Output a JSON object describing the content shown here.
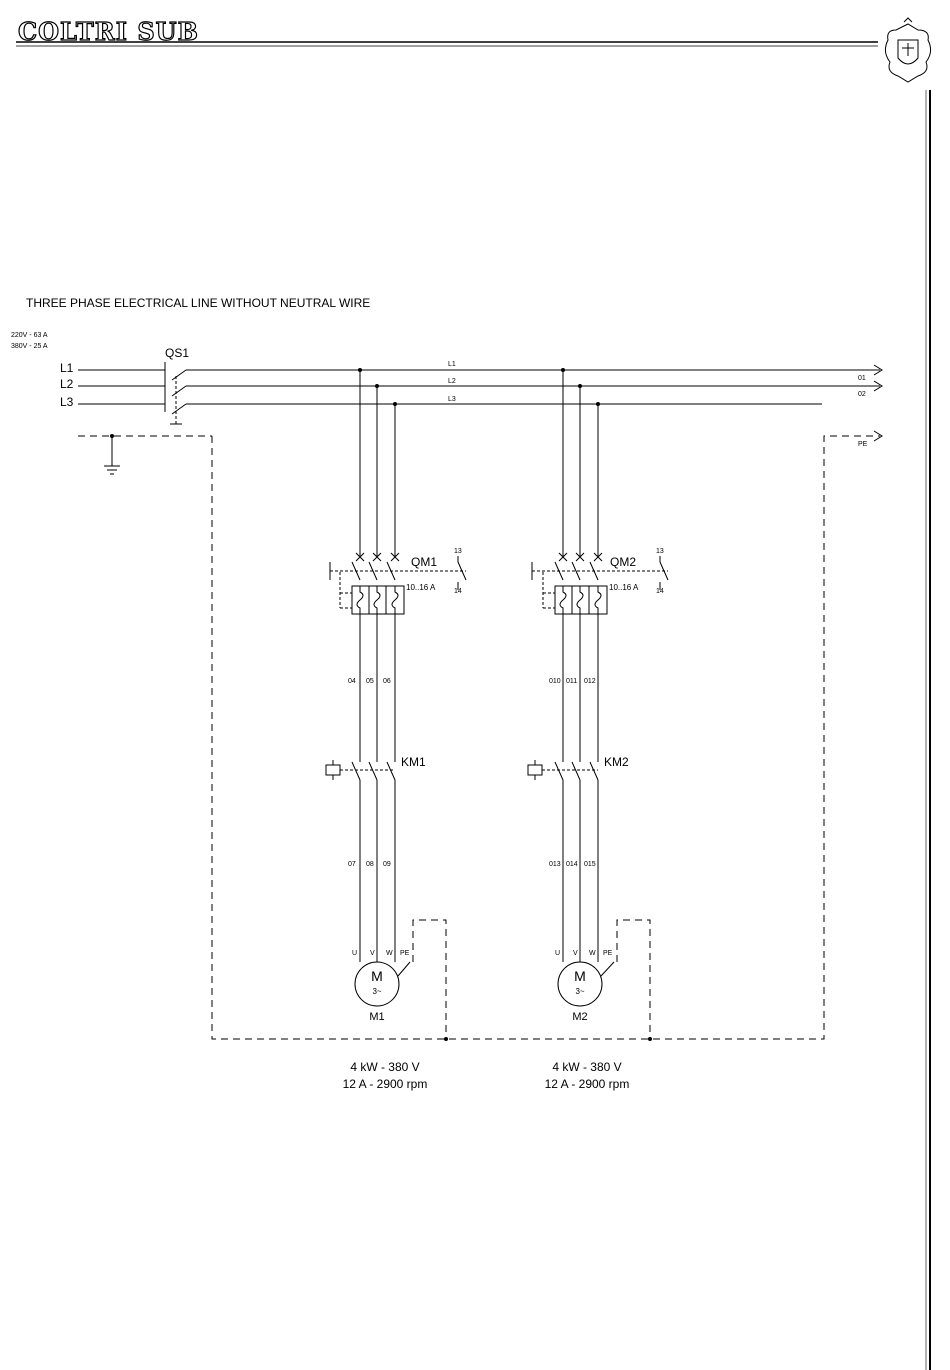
{
  "header": {
    "brand": "COLTRI SUB"
  },
  "diagram": {
    "title": "THREE PHASE ELECTRICAL LINE WITHOUT NEUTRAL WIRE",
    "supply": {
      "rating_220": "220V - 63 A",
      "rating_380": "380V - 25 A"
    },
    "main_switch": "QS1",
    "phases": [
      "L1",
      "L2",
      "L3"
    ],
    "bus_labels": [
      "L1",
      "L2",
      "L3"
    ],
    "outputs": [
      "01",
      "02",
      "PE"
    ],
    "breakers": [
      {
        "name": "QM1",
        "range": "10..16 A",
        "aux_top": "13",
        "aux_bottom": "14"
      },
      {
        "name": "QM2",
        "range": "10..16 A",
        "aux_top": "13",
        "aux_bottom": "14"
      }
    ],
    "contactors": [
      "KM1",
      "KM2"
    ],
    "wires_mid": [
      [
        "04",
        "05",
        "06"
      ],
      [
        "010",
        "011",
        "012"
      ]
    ],
    "wires_low": [
      [
        "07",
        "08",
        "09"
      ],
      [
        "013",
        "014",
        "015"
      ]
    ],
    "motor_terminals": [
      "U",
      "V",
      "W",
      "PE"
    ],
    "motors": [
      {
        "name": "M1",
        "symbol": "M",
        "phase": "3~",
        "spec1": "4 kW - 380 V",
        "spec2": "12 A - 2900 rpm"
      },
      {
        "name": "M2",
        "symbol": "M",
        "phase": "3~",
        "spec1": "4 kW - 380 V",
        "spec2": "12 A - 2900 rpm"
      }
    ]
  }
}
